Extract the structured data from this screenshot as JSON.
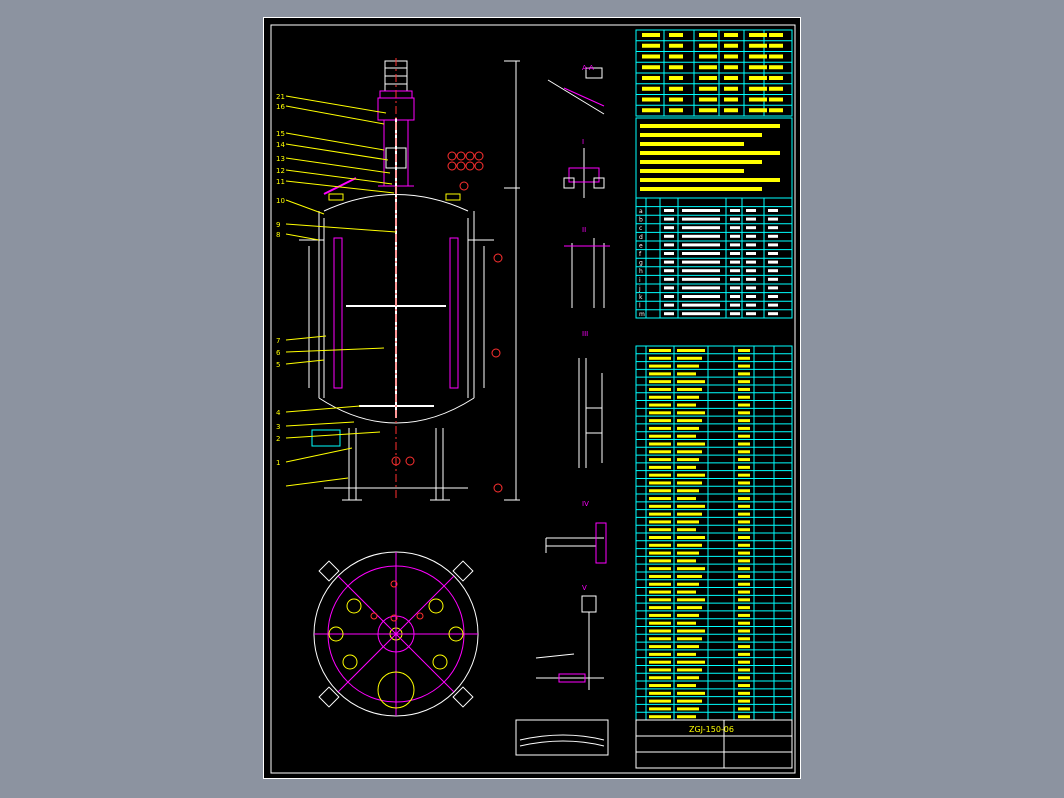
{
  "drawing": {
    "title_block_text": "ZGJ-150-06",
    "view_labels": {
      "detail_a": "A-A",
      "detail_b": "I",
      "detail_c": "II",
      "detail_d": "III",
      "detail_e": "IV",
      "detail_f": "V"
    },
    "balloons": [
      "21",
      "16",
      "15",
      "14",
      "13",
      "12",
      "11",
      "10",
      "9",
      "8",
      "7",
      "6",
      "5",
      "4",
      "3",
      "2",
      "1"
    ],
    "nozzle_table": {
      "header": [
        "",
        "",
        "",
        "",
        "",
        ""
      ],
      "marks": [
        "a",
        "b",
        "c",
        "d",
        "e",
        "f",
        "g",
        "h",
        "i",
        "j",
        "k",
        "l",
        "m"
      ]
    },
    "parts_list": {
      "rows": 48
    },
    "colors": {
      "background": "#8c93a0",
      "sheet": "#000000",
      "outline": "#ffffff",
      "magenta": "#ff00ff",
      "yellow": "#ffff00",
      "cyan": "#00ffff",
      "red": "#ff3030",
      "blue": "#3060ff"
    }
  }
}
